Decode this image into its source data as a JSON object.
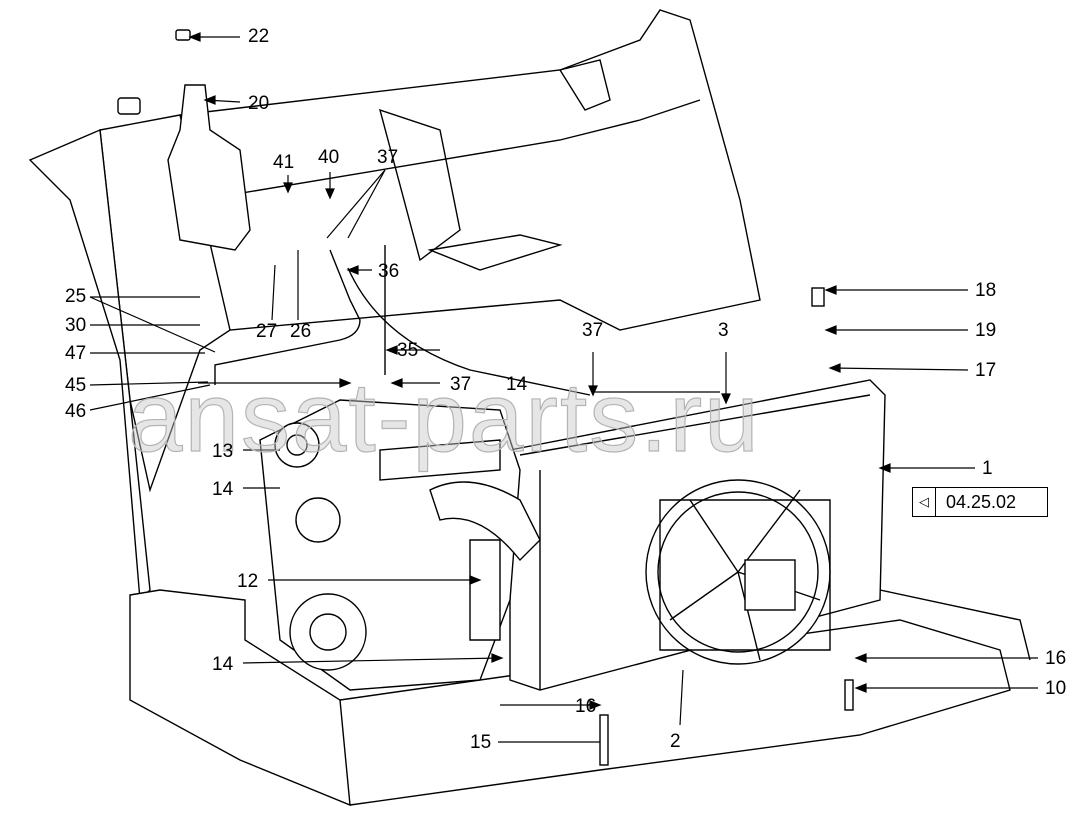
{
  "diagram": {
    "callouts": [
      "22",
      "20",
      "41",
      "40",
      "37",
      "36",
      "25",
      "30",
      "47",
      "45",
      "46",
      "27",
      "26",
      "35",
      "37",
      "14",
      "13",
      "14",
      "12",
      "14",
      "16",
      "15",
      "2",
      "3",
      "37",
      "18",
      "19",
      "17",
      "1",
      "16",
      "10"
    ],
    "reference_box": {
      "icon": "view-eye-icon",
      "label": "04.25.02"
    },
    "watermark": "ansat-parts.ru"
  }
}
